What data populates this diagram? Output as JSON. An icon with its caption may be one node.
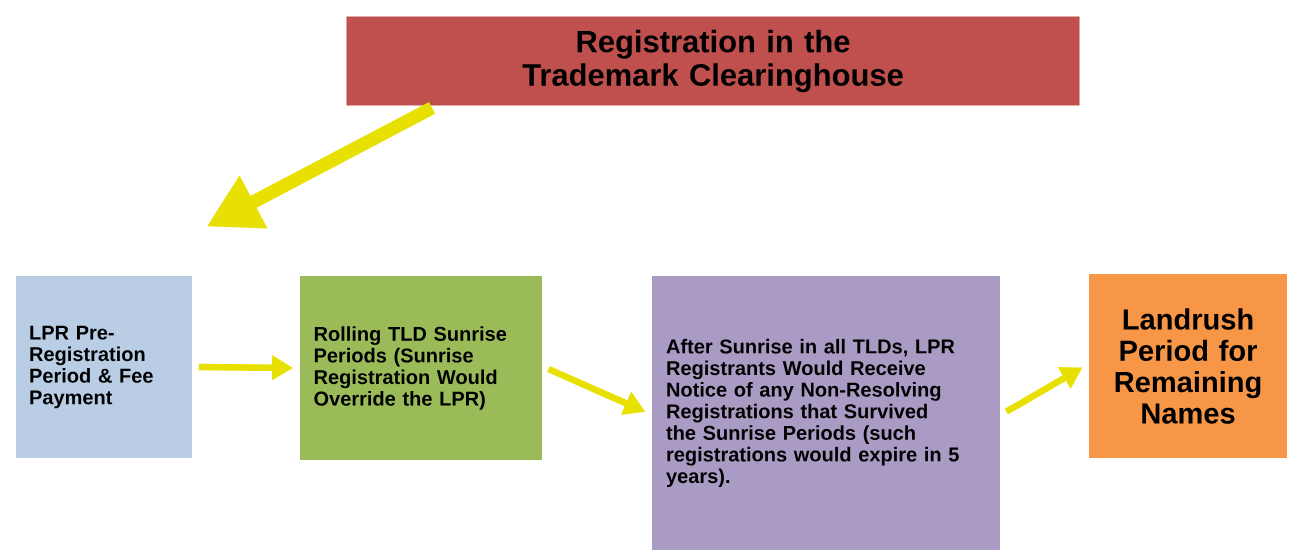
{
  "diagram": {
    "nodes": [
      {
        "text": [
          "Registration in the Trademark Clearinghouse"
        ]
      },
      {
        "text": [
          "LPR Pre-Registration Period & Fee Payment"
        ]
      },
      {
        "text": [
          "Rolling TLD Sunrise Periods (Sunrise Registration Would Override the LPR)"
        ]
      },
      {
        "text": [
          "After Sunrise in all TLDs, LPR Registrants Would Receive Notice of any Non-Resolving Registrations that Survived the Sunrise Periods (such registrations would expire in 5 years)."
        ]
      },
      {
        "text": [
          "Landrush Period for Remaining Names"
        ]
      }
    ],
    "edges": [
      {
        "from": 0,
        "to": 1,
        "arrow": "to",
        "style": "thick"
      },
      {
        "from": 1,
        "to": 2,
        "arrow": "to"
      },
      {
        "from": 2,
        "to": 3,
        "arrow": "to"
      },
      {
        "from": 3,
        "to": 4,
        "arrow": "to"
      }
    ]
  }
}
